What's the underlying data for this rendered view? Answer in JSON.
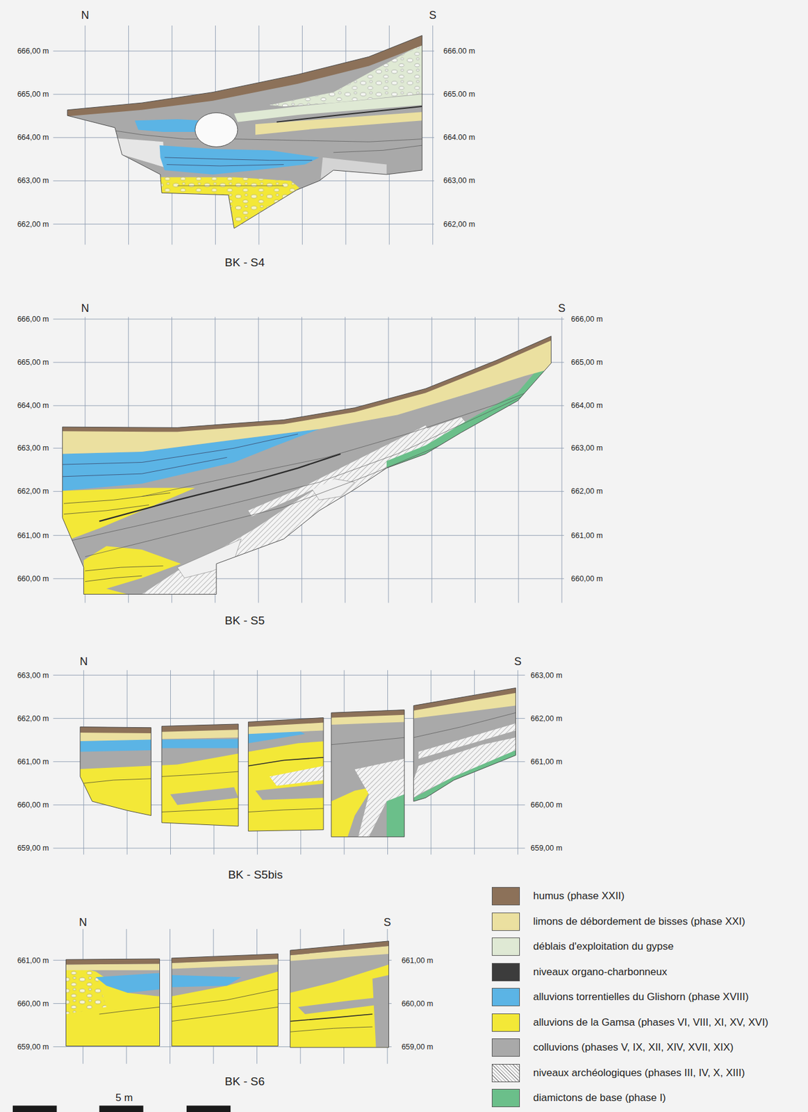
{
  "diagram": {
    "labels": [
      "N",
      "S",
      "666,00 m",
      "665,00 m",
      "664,00 m",
      "663,00 m",
      "662,00 m",
      "666.00 m",
      "665.00 m",
      "664.00 m",
      "663,00 m",
      "662,00 m",
      "BK - S4",
      "N",
      "S",
      "666,00 m",
      "665,00 m",
      "664,00 m",
      "663,00 m",
      "662,00 m",
      "661,00 m",
      "660,00 m",
      "666,00 m",
      "665,00 m",
      "664,00 m",
      "663,00 m",
      "662,00 m",
      "661,00 m",
      "660,00 m",
      "BK - S5",
      "N",
      "S",
      "663,00 m",
      "662,00 m",
      "661,00 m",
      "660,00 m",
      "659,00 m",
      "663,00 m",
      "662,00 m",
      "661,00 m",
      "660,00 m",
      "659,00 m",
      "BK - S5bis",
      "N",
      "S",
      "661,00 m",
      "660,00 m",
      "659,00 m",
      "661,00 m",
      "660,00 m",
      "659,00 m",
      "BK - S6",
      "5 m"
    ],
    "legend": [
      {
        "text": "humus (phase XXII)",
        "color": "#8c7159"
      },
      {
        "text": "limons de débordement de bisses (phase XXI)",
        "color": "#ebe0a0"
      },
      {
        "text": "déblais d'exploitation du gypse",
        "color": "#dfe9d4"
      },
      {
        "text": "niveaux organo-charbonneux",
        "color": "#3c3c3c"
      },
      {
        "text": "alluvions torrentielles du Glishorn (phase XVIII)",
        "color": "#5bb4e5"
      },
      {
        "text": "alluvions de la Gamsa (phases VI, VIII, XI, XV, XVI)",
        "color": "#f3e837"
      },
      {
        "text": "colluvions (phases V, IX, XII, XIV, XVII, XIX)",
        "color": "#a9a9a9"
      },
      {
        "text": "niveaux archéologiques (phases III, IV, X, XIII)"
      },
      {
        "text": "diamictons de base (phase I)",
        "color": "#6bbf8a"
      }
    ]
  }
}
